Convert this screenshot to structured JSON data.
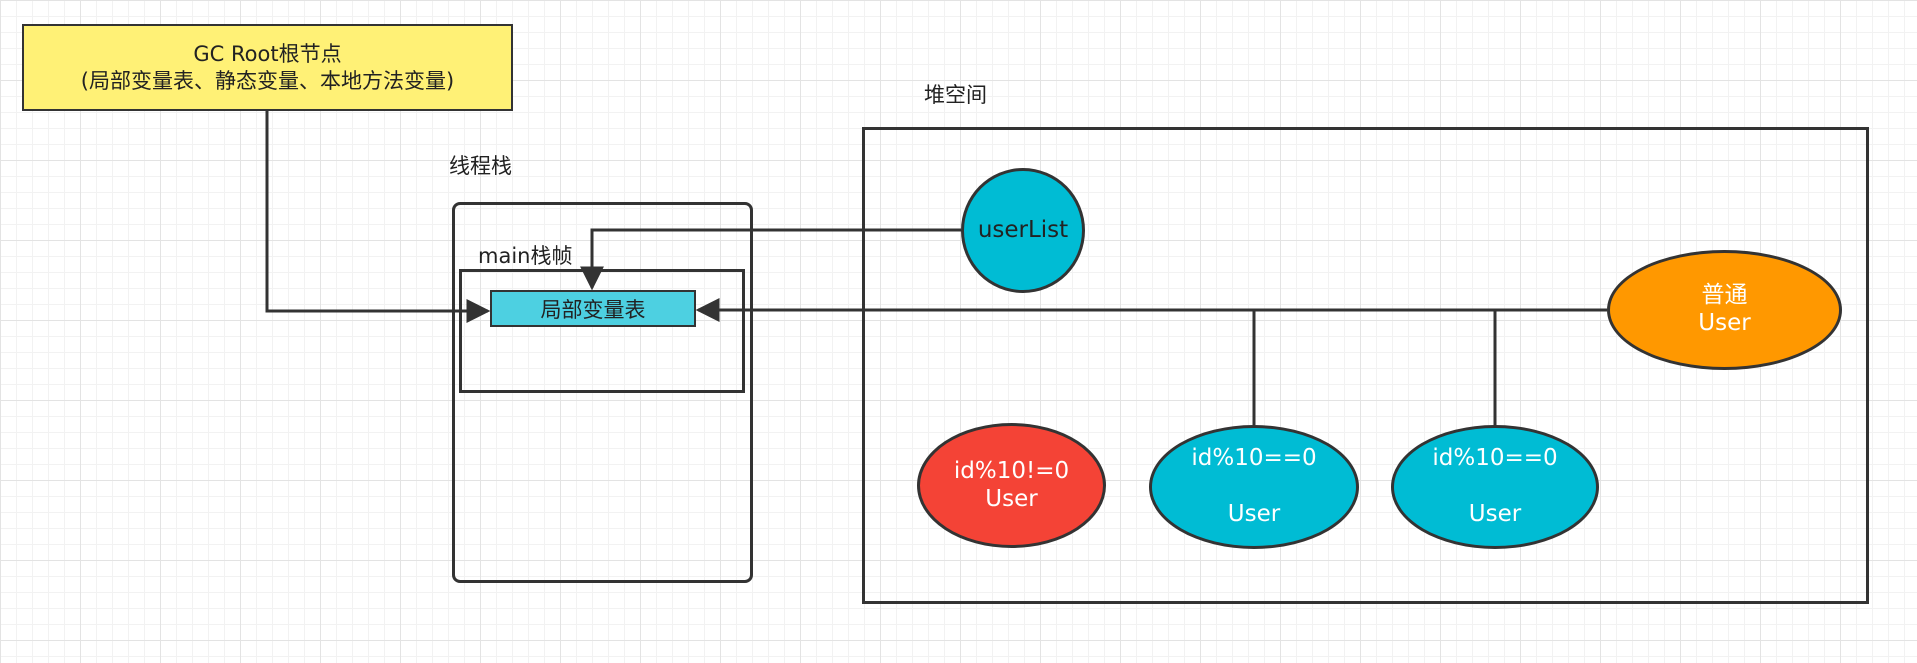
{
  "gc_root": {
    "line1": "GC Root根节点",
    "line2": "(局部变量表、静态变量、本地方法变量)"
  },
  "thread_stack": {
    "label": "线程栈",
    "frame_label": "main栈帧",
    "local_vars": "局部变量表"
  },
  "heap": {
    "label": "堆空间"
  },
  "nodes": {
    "userlist": "userList",
    "normal_user": {
      "line1": "普通",
      "line2": "User"
    },
    "red_user": {
      "line1": "id%10!=0",
      "line2": "User"
    },
    "mid_user_1": {
      "line1": "id%10==0",
      "line2": "User"
    },
    "mid_user_2": {
      "line1": "id%10==0",
      "line2": "User"
    }
  },
  "colors": {
    "gc_root": "#fff176",
    "local_vars": "#4dd0e1",
    "cyan_node": "#00bcd4",
    "red_node": "#f44336",
    "orange_node": "#ff9800",
    "stroke": "#333333"
  }
}
